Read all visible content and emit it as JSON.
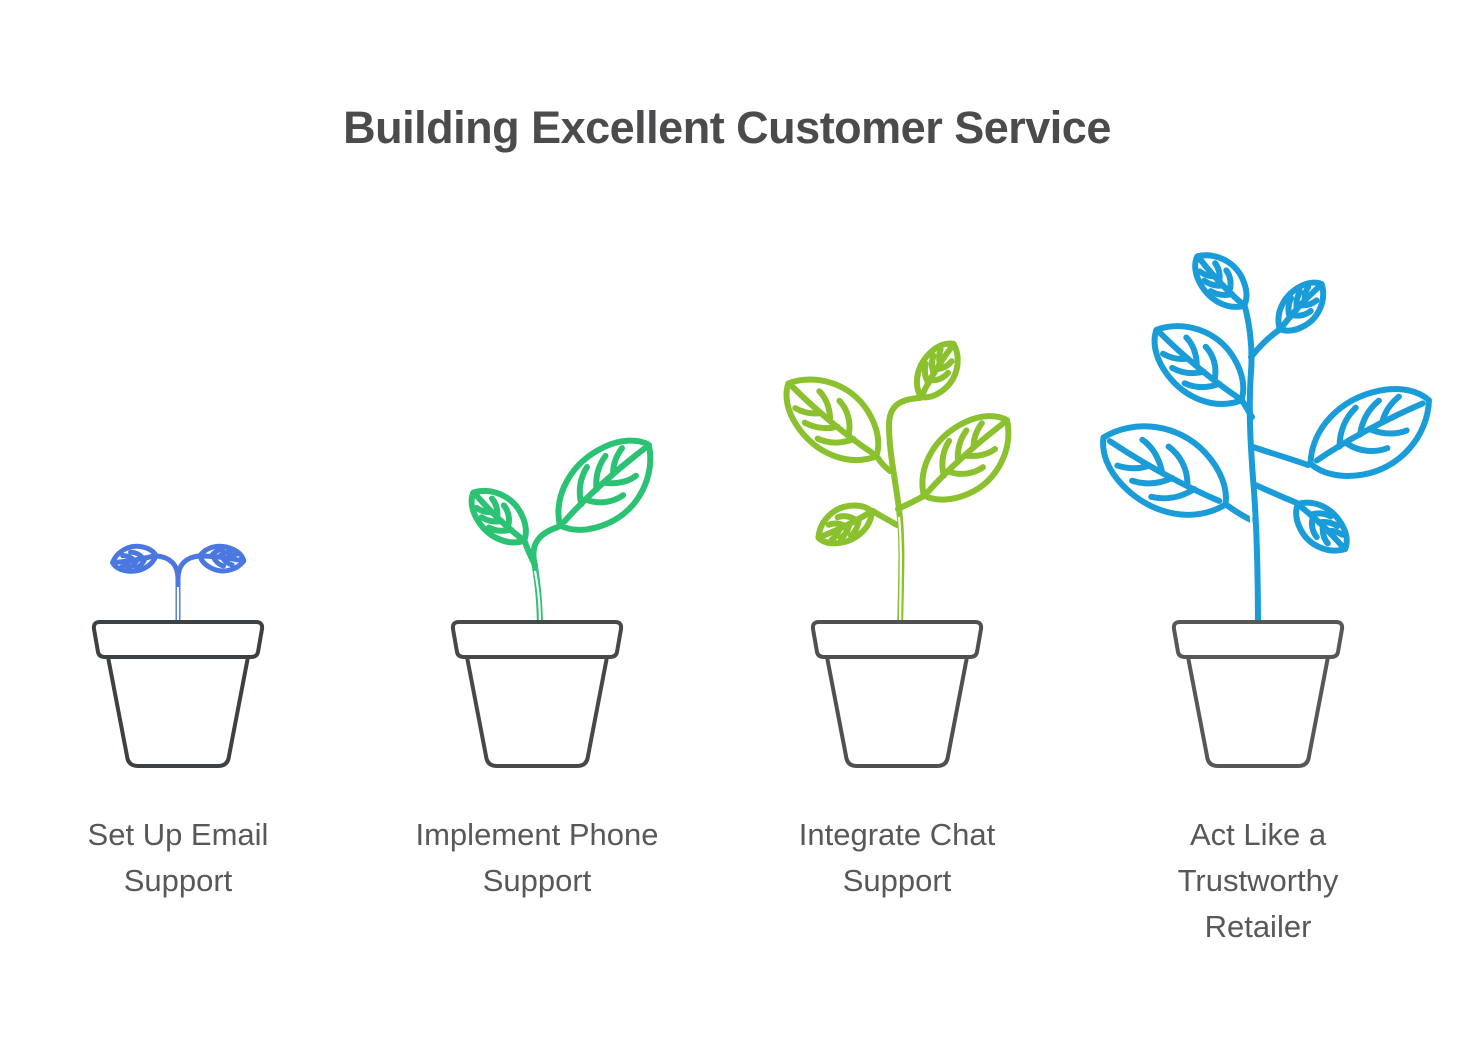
{
  "title": {
    "text": "Building Excellent Customer Service"
  },
  "colors": {
    "title": "#4b4b4d",
    "label": "#57585a",
    "background": "#ffffff"
  },
  "stages": [
    {
      "icon": "sprout-icon",
      "label": "Set Up Email\nSupport",
      "plant_color": "#4a78e0",
      "pot_color": "#3e4144"
    },
    {
      "icon": "seedling-icon",
      "label": "Implement Phone\nSupport",
      "plant_color": "#2cc273",
      "pot_color": "#464849"
    },
    {
      "icon": "young-plant-icon",
      "label": "Integrate Chat\nSupport",
      "plant_color": "#8bc12f",
      "pot_color": "#4e5052"
    },
    {
      "icon": "mature-plant-icon",
      "label": "Act Like a\nTrustworthy\nRetailer",
      "plant_color": "#1a9cd8",
      "pot_color": "#555759"
    }
  ]
}
